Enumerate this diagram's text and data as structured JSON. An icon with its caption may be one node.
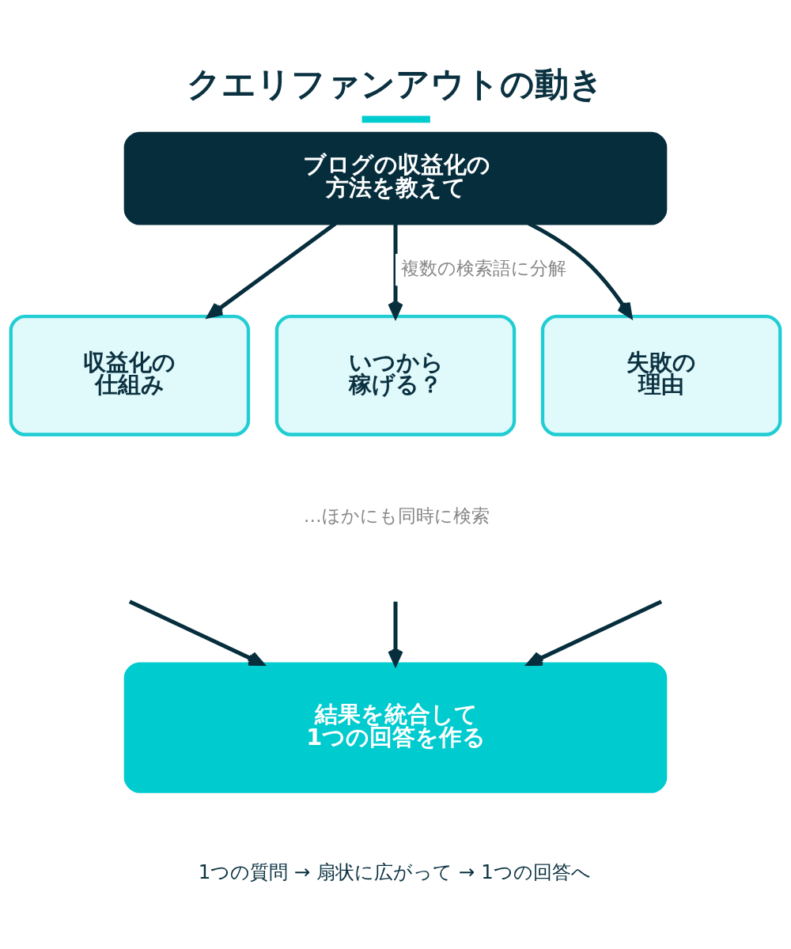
{
  "diagram": {
    "title": "クエリファンアウトの動き",
    "caption": "1つの質問 → 扇状に広がって → 1つの回答へ",
    "nodes": [
      {
        "text": [
          "ブログの収益化の方法を教えて"
        ]
      },
      {
        "text": [
          "収益化の仕組み"
        ]
      },
      {
        "text": [
          "いつから稼げる？"
        ]
      },
      {
        "text": [
          "失敗の理由"
        ]
      },
      {
        "text": [
          "結果を統合して1つの回答を作る"
        ]
      }
    ],
    "edges": [
      {
        "from": 0,
        "to": 1,
        "arrow": "to"
      },
      {
        "from": 0,
        "to": 2,
        "arrow": "to",
        "label": "複数の検索語に分解"
      },
      {
        "from": 0,
        "to": 3,
        "arrow": "to"
      },
      {
        "from": null,
        "to": 4,
        "arrow": "to"
      },
      {
        "from": null,
        "to": 4,
        "arrow": "to"
      },
      {
        "from": null,
        "to": 4,
        "arrow": "to"
      }
    ],
    "labels": [
      "…ほかにも同時に検索"
    ]
  }
}
